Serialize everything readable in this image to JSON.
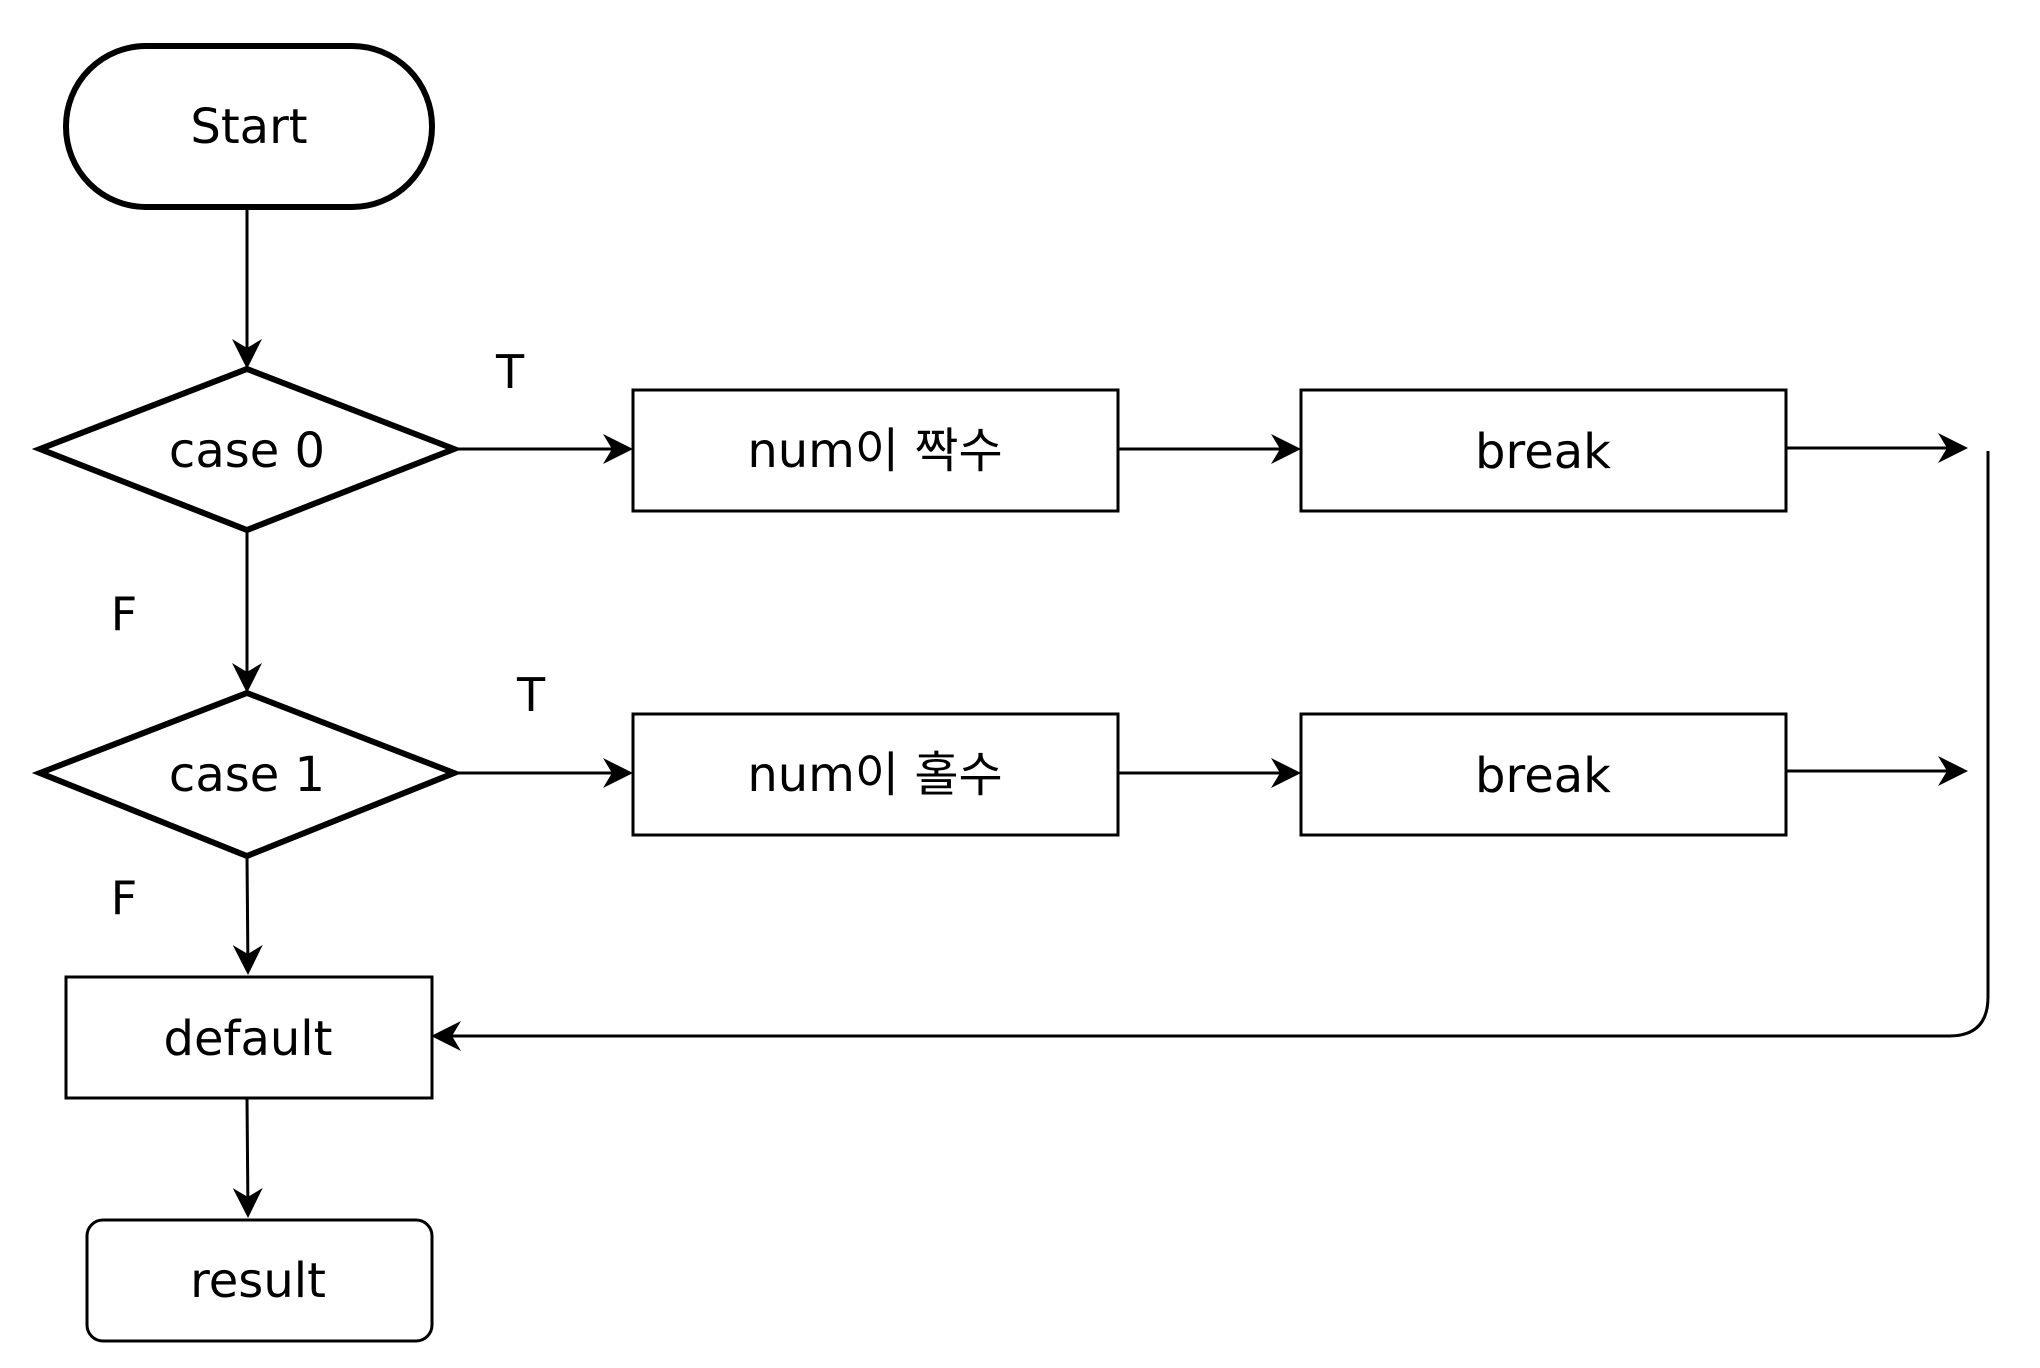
{
  "nodes": {
    "start": "Start",
    "case0": "case 0",
    "case1": "case 1",
    "even": "num이 짝수",
    "odd": "num이 홀수",
    "break1": "break",
    "break2": "break",
    "default": "default",
    "result": "result"
  },
  "edge_labels": {
    "case0_true": "T",
    "case0_false": "F",
    "case1_true": "T",
    "case1_false": "F"
  }
}
